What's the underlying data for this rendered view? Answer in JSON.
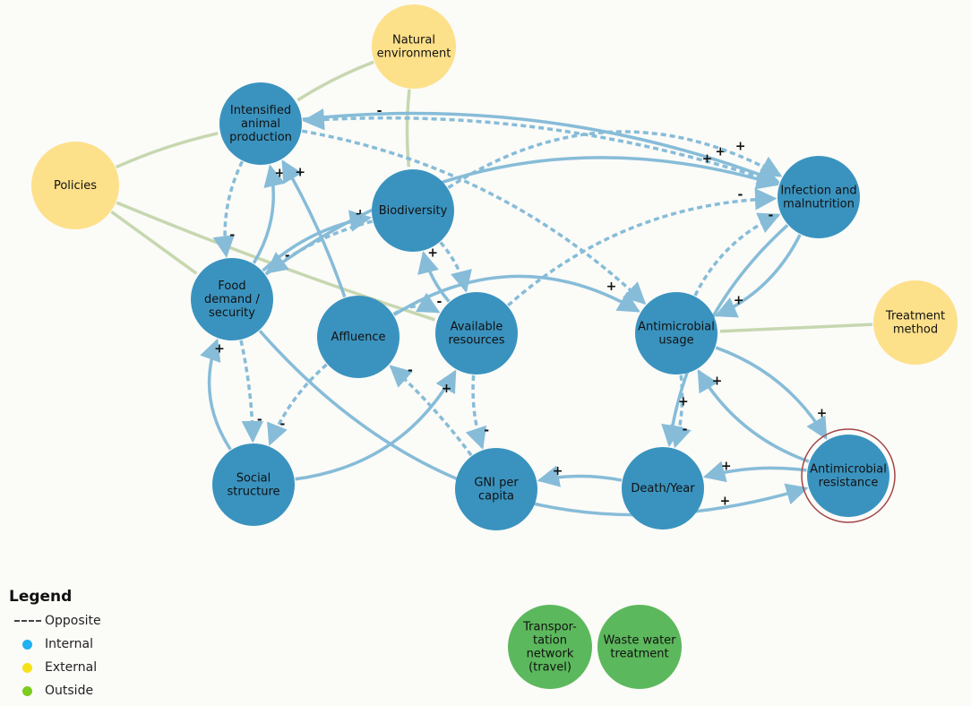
{
  "colors": {
    "internal": "#3a93bf",
    "external": "#fde08a",
    "outside": "#5cb85c",
    "edge": "#86bcd8",
    "resistance_ring": "#a34545"
  },
  "legend": {
    "title": "Legend",
    "opposite": "Opposite",
    "internal": "Internal",
    "external": "External",
    "outside": "Outside",
    "internal_color": "#1fb1f0",
    "external_color": "#f5e21a",
    "outside_color": "#7ccb1f"
  },
  "nodes": [
    {
      "id": "natural",
      "type": "external",
      "lines": [
        "Natural",
        "environment"
      ]
    },
    {
      "id": "intensified",
      "type": "internal",
      "lines": [
        "Intensified",
        "animal",
        "production"
      ]
    },
    {
      "id": "policies",
      "type": "external",
      "lines": [
        "Policies"
      ]
    },
    {
      "id": "biodiversity",
      "type": "internal",
      "lines": [
        "Biodiversity"
      ]
    },
    {
      "id": "food",
      "type": "internal",
      "lines": [
        "Food",
        "demand /",
        "security"
      ]
    },
    {
      "id": "affluence",
      "type": "internal",
      "lines": [
        "Affluence"
      ]
    },
    {
      "id": "available",
      "type": "internal",
      "lines": [
        "Available",
        "resources"
      ]
    },
    {
      "id": "social",
      "type": "internal",
      "lines": [
        "Social",
        "structure"
      ]
    },
    {
      "id": "gni",
      "type": "internal",
      "lines": [
        "GNI per",
        "capita"
      ]
    },
    {
      "id": "infection",
      "type": "internal",
      "lines": [
        "Infection and",
        "malnutrition"
      ]
    },
    {
      "id": "amusage",
      "type": "internal",
      "lines": [
        "Antimicrobial",
        "usage"
      ]
    },
    {
      "id": "treatment",
      "type": "external",
      "lines": [
        "Treatment",
        "method"
      ]
    },
    {
      "id": "death",
      "type": "internal",
      "lines": [
        "Death/Year"
      ]
    },
    {
      "id": "amr",
      "type": "internal",
      "lines": [
        "Antimicrobial",
        "resistance"
      ]
    },
    {
      "id": "transport",
      "type": "outside",
      "lines": [
        "Transpor-",
        "tation",
        "network",
        "(travel)"
      ]
    },
    {
      "id": "wastewater",
      "type": "outside",
      "lines": [
        "Waste water",
        "treatment"
      ]
    }
  ],
  "edges": [
    {
      "from": "natural",
      "to": "intensified",
      "style": "external"
    },
    {
      "from": "natural",
      "to": "biodiversity",
      "style": "external"
    },
    {
      "from": "policies",
      "to": "intensified",
      "style": "external"
    },
    {
      "from": "policies",
      "to": "available",
      "style": "external"
    },
    {
      "from": "policies",
      "to": "food",
      "style": "external"
    },
    {
      "from": "treatment",
      "to": "amusage",
      "style": "external"
    },
    {
      "from": "intensified",
      "to": "infection",
      "style": "solid",
      "sign": "+"
    },
    {
      "from": "infection",
      "to": "intensified",
      "style": "dashed",
      "sign": "-"
    },
    {
      "from": "food",
      "to": "intensified",
      "style": "solid",
      "sign": "+"
    },
    {
      "from": "intensified",
      "to": "food",
      "style": "dashed",
      "sign": "-"
    },
    {
      "from": "affluence",
      "to": "intensified",
      "style": "solid",
      "sign": "+"
    },
    {
      "from": "food",
      "to": "biodiversity",
      "style": "solid",
      "sign": "+"
    },
    {
      "from": "biodiversity",
      "to": "food",
      "style": "dashed",
      "sign": "-"
    },
    {
      "from": "food",
      "to": "infection",
      "style": "solid",
      "sign": "+"
    },
    {
      "from": "biodiversity",
      "to": "infection",
      "style": "dashed",
      "sign": "+"
    },
    {
      "from": "biodiversity",
      "to": "available",
      "style": "dashed"
    },
    {
      "from": "available",
      "to": "biodiversity",
      "style": "solid",
      "sign": "+"
    },
    {
      "from": "available",
      "to": "infection",
      "style": "dashed",
      "sign": "-"
    },
    {
      "from": "intensified",
      "to": "amusage",
      "style": "dashed"
    },
    {
      "from": "affluence",
      "to": "amusage",
      "style": "solid",
      "sign": "+"
    },
    {
      "from": "affluence",
      "to": "available",
      "style": "dashed",
      "sign": "-"
    },
    {
      "from": "affluence",
      "to": "social",
      "style": "dashed",
      "sign": "-"
    },
    {
      "from": "gni",
      "to": "affluence",
      "style": "dashed",
      "sign": "-"
    },
    {
      "from": "social",
      "to": "available",
      "style": "solid",
      "sign": "+"
    },
    {
      "from": "available",
      "to": "gni",
      "style": "dashed",
      "sign": "-"
    },
    {
      "from": "social",
      "to": "food",
      "style": "solid",
      "sign": "+"
    },
    {
      "from": "food",
      "to": "social",
      "style": "dashed",
      "sign": "-"
    },
    {
      "from": "food",
      "to": "amr",
      "style": "solid",
      "sign": "+"
    },
    {
      "from": "infection",
      "to": "amusage",
      "style": "solid",
      "sign": "+"
    },
    {
      "from": "amusage",
      "to": "infection",
      "style": "dashed",
      "sign": "-"
    },
    {
      "from": "amusage",
      "to": "amr",
      "style": "solid",
      "sign": "+"
    },
    {
      "from": "amr",
      "to": "amusage",
      "style": "solid",
      "sign": "+"
    },
    {
      "from": "amusage",
      "to": "death",
      "style": "dashed",
      "sign": "-"
    },
    {
      "from": "infection",
      "to": "death",
      "style": "solid",
      "sign": "+"
    },
    {
      "from": "amr",
      "to": "death",
      "style": "solid",
      "sign": "+"
    },
    {
      "from": "death",
      "to": "gni",
      "style": "solid",
      "sign": "+"
    }
  ]
}
